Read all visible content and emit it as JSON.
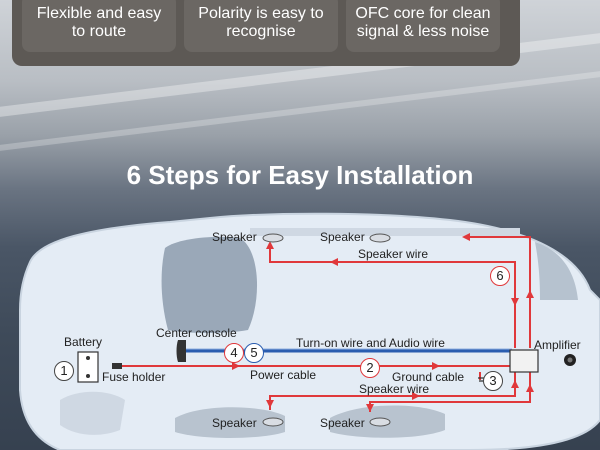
{
  "features": [
    {
      "text": "Flexible and easy\nto route"
    },
    {
      "text": "Polarity is easy to\nrecognise"
    },
    {
      "text": "OFC core for clean\nsignal & less noise"
    }
  ],
  "title": "6 Steps for Easy Installation",
  "labels": {
    "speaker_tl": "Speaker",
    "speaker_tr": "Speaker",
    "speaker_bl": "Speaker",
    "speaker_br": "Speaker",
    "speaker_wire_top": "Speaker wire",
    "speaker_wire_bottom": "Speaker wire",
    "battery": "Battery",
    "fuse_holder": "Fuse holder",
    "center_console": "Center console",
    "turn_on": "Turn-on wire and Audio wire",
    "power_cable": "Power cable",
    "ground_cable": "Ground cable",
    "amplifier": "Amplifier"
  },
  "steps": [
    "1",
    "2",
    "3",
    "4",
    "5",
    "6"
  ],
  "colors": {
    "red": "#e0383b",
    "blue": "#2a5db0",
    "car": "#e4ecf5"
  }
}
